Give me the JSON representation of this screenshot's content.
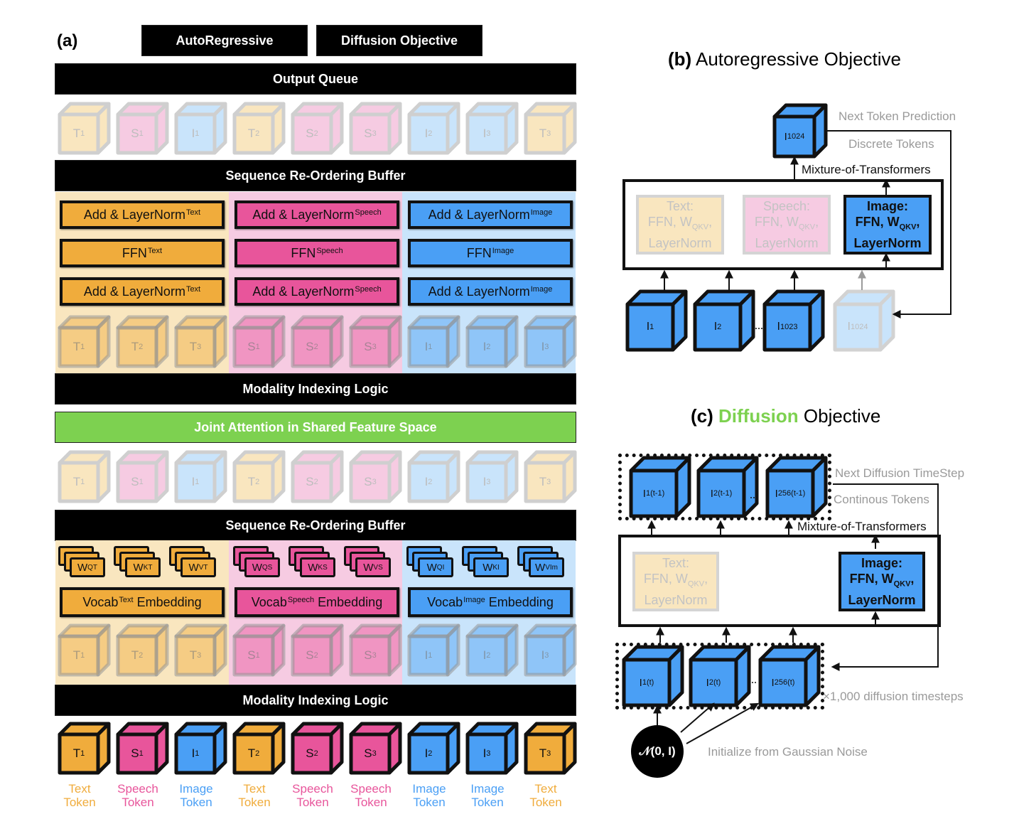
{
  "colors": {
    "text": "#f0ac3c",
    "speech": "#e8559b",
    "image": "#4a9ff5",
    "text_bg": "#f9e6bf",
    "speech_bg": "#f6cbe2",
    "image_bg": "#c9e4fb",
    "joint_attention": "#7dd150",
    "diffusion_word": "#7dd150",
    "annotation_gray": "#9a9a9a"
  },
  "panel_a": {
    "label": "(a)",
    "objective_buttons": [
      "AutoRegressive",
      "Diffusion Objective"
    ],
    "output_queue": "Output Queue",
    "output_tokens": [
      {
        "letter": "T",
        "sub": "1",
        "modality": "text"
      },
      {
        "letter": "S",
        "sub": "1",
        "modality": "speech"
      },
      {
        "letter": "I",
        "sub": "1",
        "modality": "image"
      },
      {
        "letter": "T",
        "sub": "2",
        "modality": "text"
      },
      {
        "letter": "S",
        "sub": "2",
        "modality": "speech"
      },
      {
        "letter": "S",
        "sub": "3",
        "modality": "speech"
      },
      {
        "letter": "I",
        "sub": "2",
        "modality": "image"
      },
      {
        "letter": "I",
        "sub": "3",
        "modality": "image"
      },
      {
        "letter": "T",
        "sub": "3",
        "modality": "text"
      }
    ],
    "reorder_buffer": "Sequence Re-Ordering Buffer",
    "upper_columns": [
      {
        "modality": "text",
        "blocks": [
          {
            "main": "Add & LayerNorm",
            "sup": "Text"
          },
          {
            "main": "FFN",
            "sup": "Text"
          },
          {
            "main": "Add & LayerNorm",
            "sup": "Text"
          }
        ],
        "tokens": [
          {
            "letter": "T",
            "sub": "1"
          },
          {
            "letter": "T",
            "sub": "2"
          },
          {
            "letter": "T",
            "sub": "3"
          }
        ]
      },
      {
        "modality": "speech",
        "blocks": [
          {
            "main": "Add & LayerNorm",
            "sup": "Speech"
          },
          {
            "main": "FFN",
            "sup": "Speech"
          },
          {
            "main": "Add & LayerNorm",
            "sup": "Speech"
          }
        ],
        "tokens": [
          {
            "letter": "S",
            "sub": "1"
          },
          {
            "letter": "S",
            "sub": "2"
          },
          {
            "letter": "S",
            "sub": "3"
          }
        ]
      },
      {
        "modality": "image",
        "blocks": [
          {
            "main": "Add & LayerNorm",
            "sup": "Image"
          },
          {
            "main": "FFN",
            "sup": "Image"
          },
          {
            "main": "Add & LayerNorm",
            "sup": "Image"
          }
        ],
        "tokens": [
          {
            "letter": "I",
            "sub": "1"
          },
          {
            "letter": "I",
            "sub": "2"
          },
          {
            "letter": "I",
            "sub": "3"
          }
        ]
      }
    ],
    "modality_indexing": "Modality Indexing Logic",
    "joint_attention": "Joint Attention in Shared Feature Space",
    "lower_columns": [
      {
        "modality": "text",
        "weights": [
          {
            "w": "W",
            "sub": "Q",
            "sup": "T"
          },
          {
            "w": "W",
            "sub": "K",
            "sup": "T"
          },
          {
            "w": "W",
            "sub": "V",
            "sup": "T"
          }
        ],
        "embedding": {
          "main": "Vocab",
          "sup": "Text",
          "tail": " Embedding"
        }
      },
      {
        "modality": "speech",
        "weights": [
          {
            "w": "W",
            "sub": "Q",
            "sup": "S"
          },
          {
            "w": "W",
            "sub": "K",
            "sup": "S"
          },
          {
            "w": "W",
            "sub": "V",
            "sup": "S"
          }
        ],
        "embedding": {
          "main": "Vocab",
          "sup": "Speech",
          "tail": " Embedding"
        }
      },
      {
        "modality": "image",
        "weights": [
          {
            "w": "W",
            "sub": "Q",
            "sup": "I"
          },
          {
            "w": "W",
            "sub": "K",
            "sup": "I"
          },
          {
            "w": "W",
            "sub": "V",
            "sup": "Im"
          }
        ],
        "embedding": {
          "main": "Vocab",
          "sup": "Image",
          "tail": " Embedding"
        }
      }
    ],
    "input_labels": [
      [
        "Text",
        "Token"
      ],
      [
        "Speech",
        "Token"
      ],
      [
        "Image",
        "Token"
      ],
      [
        "Text",
        "Token"
      ],
      [
        "Speech",
        "Token"
      ],
      [
        "Speech",
        "Token"
      ],
      [
        "Image",
        "Token"
      ],
      [
        "Image",
        "Token"
      ],
      [
        "Text",
        "Token"
      ]
    ]
  },
  "panel_b": {
    "label": "(b)",
    "title": "Autoregressive Objective",
    "output_token": {
      "letter": "I",
      "sub": "1024"
    },
    "next_token_prediction": "Next Token Prediction",
    "discrete_tokens": "Discrete Tokens",
    "moe_label": "Mixture-of-Transformers",
    "experts": [
      {
        "name": "Text:",
        "line2": "FFN, W",
        "line2_sub": "QKV",
        "line2_tail": ",",
        "line3": "LayerNorm",
        "state": "faded"
      },
      {
        "name": "Speech:",
        "line2": "FFN, W",
        "line2_sub": "QKV",
        "line2_tail": ",",
        "line3": "LayerNorm",
        "state": "faded"
      },
      {
        "name": "Image:",
        "line2": "FFN, W",
        "line2_sub": "QKV",
        "line2_tail": ",",
        "line3": "LayerNorm",
        "state": "active"
      }
    ],
    "input_tokens": [
      {
        "letter": "I",
        "sub": "1",
        "state": "active"
      },
      {
        "letter": "I",
        "sub": "2",
        "state": "active"
      },
      {
        "letter": "I",
        "sub": "1023",
        "state": "active"
      },
      {
        "letter": "I",
        "sub": "1024",
        "state": "faded"
      }
    ]
  },
  "panel_c": {
    "label": "(c)",
    "title_highlight": "Diffusion",
    "title_rest": "Objective",
    "output_tokens": [
      {
        "letter": "I",
        "sub": "1",
        "sup": "(t-1)"
      },
      {
        "letter": "I",
        "sub": "2",
        "sup": "(t-1)"
      },
      {
        "letter": "I",
        "sub": "256",
        "sup": "(t-1)"
      }
    ],
    "next_timestep": "Next Diffusion TimeStep",
    "continuous_tokens": "Continous Tokens",
    "moe_label": "Mixture-of-Transformers",
    "experts": [
      {
        "name": "Text:",
        "line2": "FFN, W",
        "line2_sub": "QKV",
        "line2_tail": ",",
        "line3": "LayerNorm",
        "state": "faded"
      },
      {
        "name": "Image:",
        "line2": "FFN, W",
        "line2_sub": "QKV",
        "line2_tail": ",",
        "line3": "LayerNorm",
        "state": "active"
      }
    ],
    "input_tokens": [
      {
        "letter": "I",
        "sub": "1",
        "sup": "(t)"
      },
      {
        "letter": "I",
        "sub": "2",
        "sup": "(t)"
      },
      {
        "letter": "I",
        "sub": "256",
        "sup": "(t)"
      }
    ],
    "timesteps_label": "×1,000 diffusion timesteps",
    "noise_label": "𝒩(0, I)",
    "noise_caption": "Initialize from Gaussian Noise"
  }
}
